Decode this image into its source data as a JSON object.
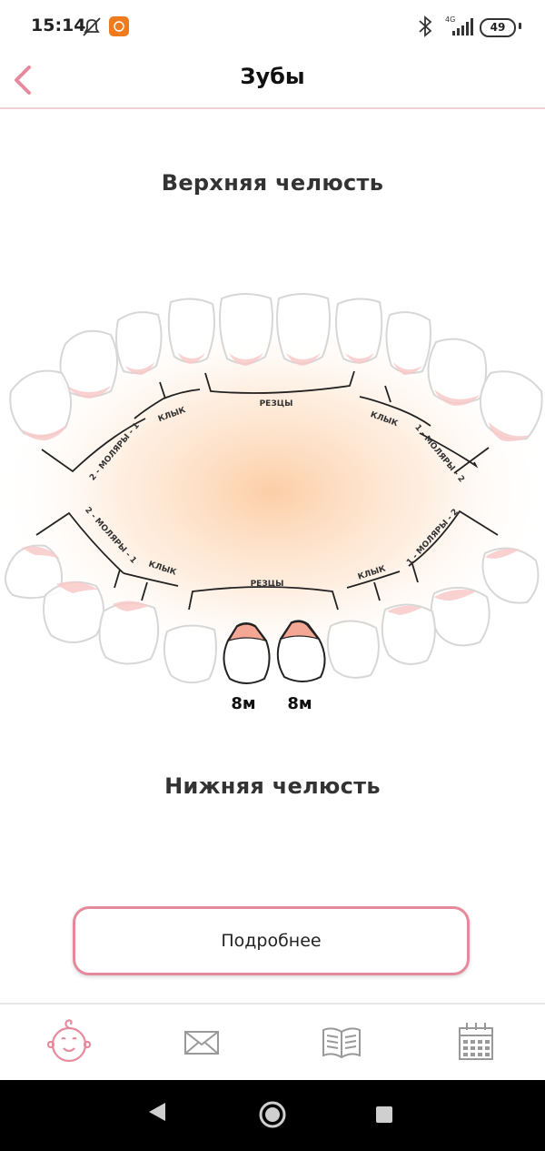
{
  "status_bar": {
    "time": "15:14",
    "network": "4G",
    "battery": "49",
    "icons": [
      "bell-off-icon",
      "app-notification-icon",
      "bluetooth-icon",
      "signal-icon",
      "battery-icon"
    ]
  },
  "header": {
    "title": "Зубы",
    "back_icon": "chevron-left-icon",
    "accent_color": "#e58a9c"
  },
  "upper_jaw": {
    "title": "Верхняя челюсть",
    "labels": {
      "molars_2_left": "2 - МОЛЯРЫ - 1",
      "canine_left": "КЛЫК",
      "incisors": "РЕЗЦЫ",
      "canine_right": "КЛЫК",
      "molars_1_right": "1 - МОЛЯРЫ - 2"
    }
  },
  "lower_jaw": {
    "title": "Нижняя челюсть",
    "labels": {
      "molars_2_left": "2 - МОЛЯРЫ - 1",
      "canine_left": "КЛЫК",
      "incisors": "РЕЗЦЫ",
      "canine_right": "КЛЫК",
      "molars_1_right": "1 - МОЛЯРЫ - 2"
    },
    "erupted_teeth": [
      {
        "position": "central-incisor-left",
        "age": "8м"
      },
      {
        "position": "central-incisor-right",
        "age": "8м"
      }
    ]
  },
  "details_button": {
    "label": "Подробнее"
  },
  "tab_bar": {
    "tabs": [
      {
        "icon": "baby-face-icon",
        "active": true
      },
      {
        "icon": "envelope-icon",
        "active": false
      },
      {
        "icon": "book-icon",
        "active": false
      },
      {
        "icon": "calendar-icon",
        "active": false
      }
    ]
  },
  "system_nav": {
    "buttons": [
      "back-triangle-icon",
      "home-circle-icon",
      "recents-square-icon"
    ]
  }
}
